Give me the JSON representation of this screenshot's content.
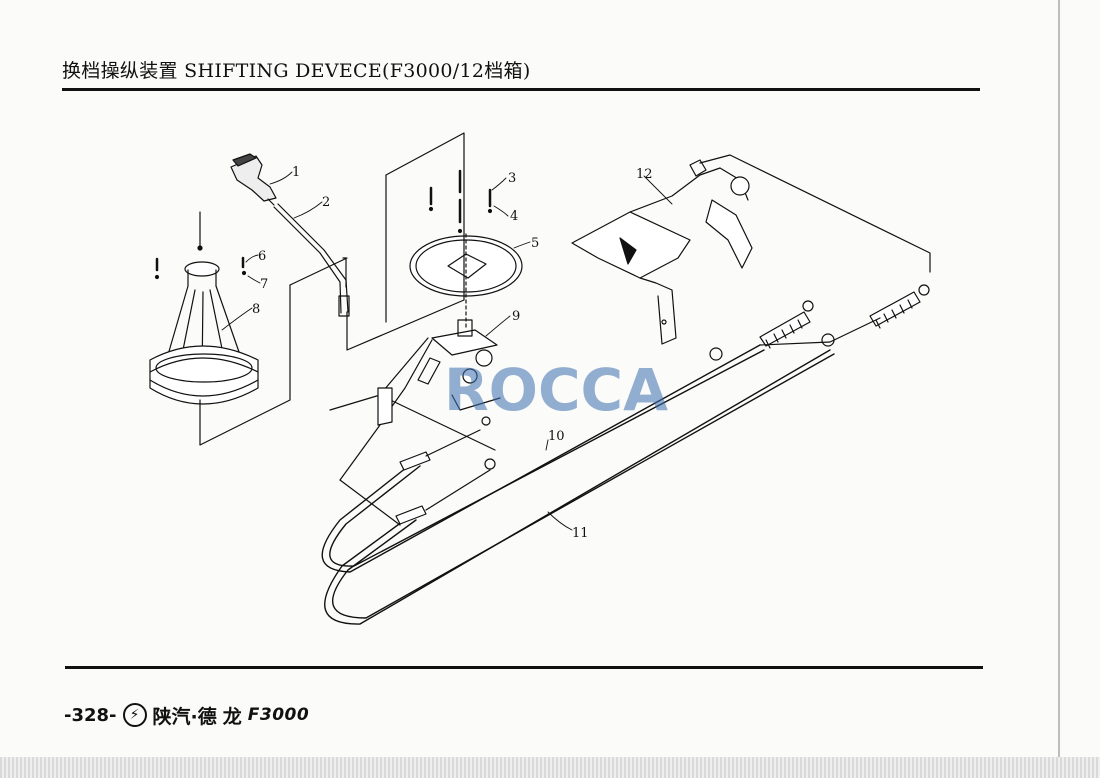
{
  "header": {
    "title": "换档操纵装置 SHIFTING DEVECE(F3000/12档箱)"
  },
  "diagram": {
    "part_labels": [
      "1",
      "2",
      "3",
      "4",
      "5",
      "6",
      "7",
      "8",
      "9",
      "10",
      "11",
      "12"
    ]
  },
  "watermark": {
    "text": "ROCCA",
    "color": "#3b6fb0"
  },
  "footer": {
    "page_number": "-328-",
    "brand": "陕汽·德",
    "brand_glyph": "龙",
    "model": "F3000"
  }
}
